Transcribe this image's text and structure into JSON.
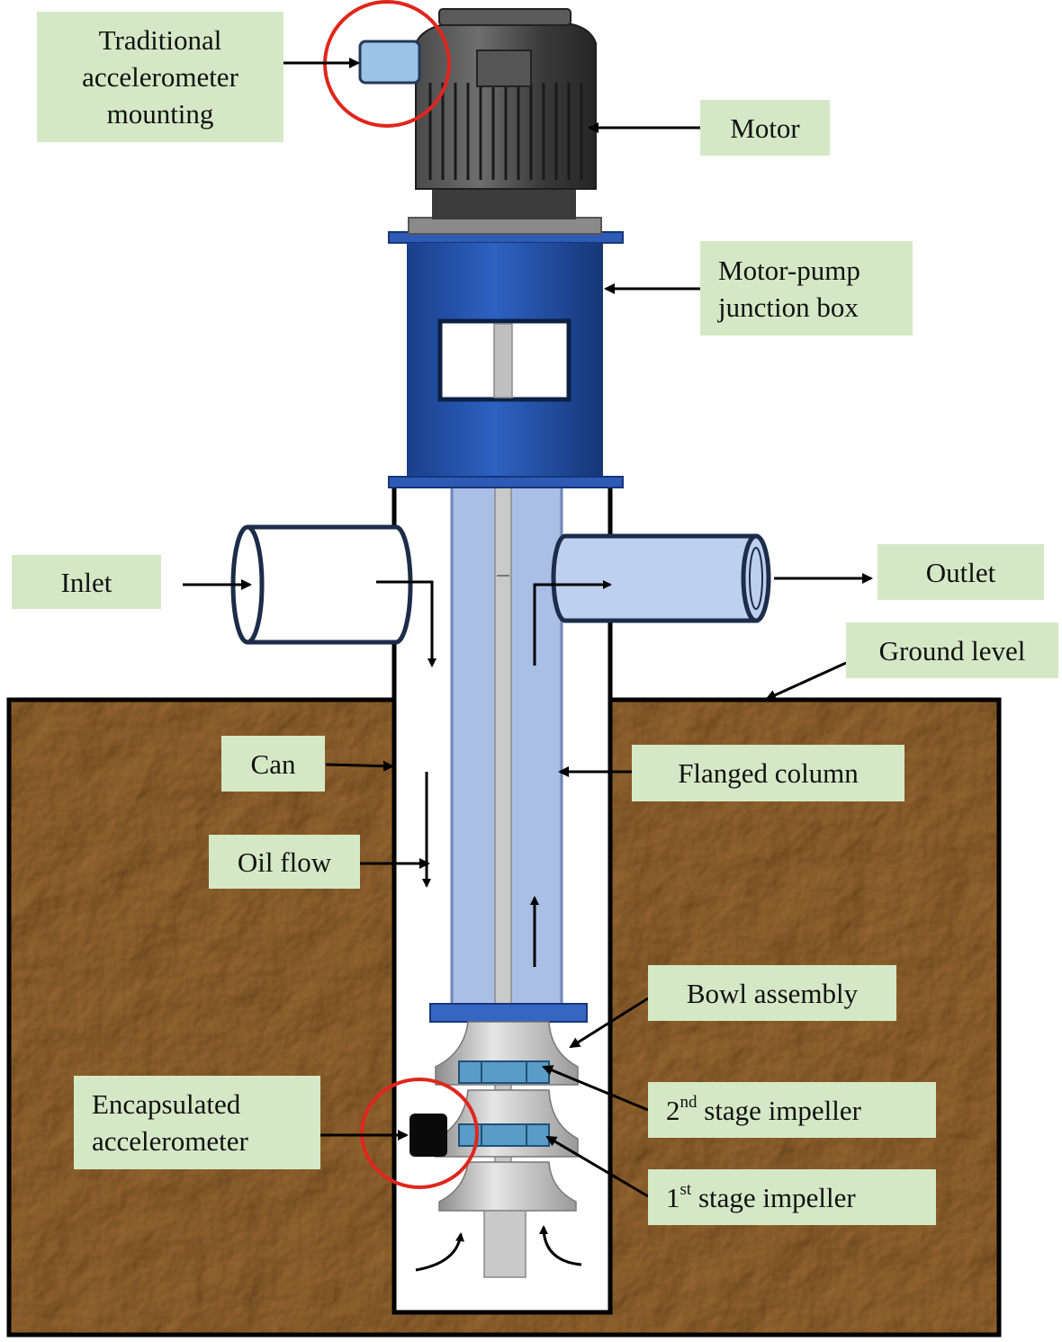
{
  "labels": {
    "traditional_accelerometer": [
      "Traditional",
      "accelerometer",
      "mounting"
    ],
    "motor": "Motor",
    "junction_box": [
      "Motor-pump",
      "junction box"
    ],
    "inlet": "Inlet",
    "outlet": "Outlet",
    "ground_level": "Ground level",
    "can": "Can",
    "flanged_column": "Flanged column",
    "oil_flow": "Oil flow",
    "bowl_assembly": "Bowl assembly",
    "encapsulated_accelerometer": [
      "Encapsulated",
      "accelerometer"
    ],
    "stage2": {
      "num": "2",
      "sup": "nd",
      "text": " stage impeller"
    },
    "stage1": {
      "num": "1",
      "sup": "st",
      "text": " stage impeller"
    }
  },
  "colors": {
    "label_bg": "#d5e8c6",
    "soil": "#b48e5c",
    "junction_blue": "#1f4fa8",
    "column_blue": "#a9bfe6",
    "outline_navy": "#1c2d4a",
    "highlight_red": "#e0261c",
    "motor_dark": "#2e2e2e",
    "traditional_sensor": "#9cc3e6",
    "encapsulated_sensor": "#0a0a0a"
  }
}
